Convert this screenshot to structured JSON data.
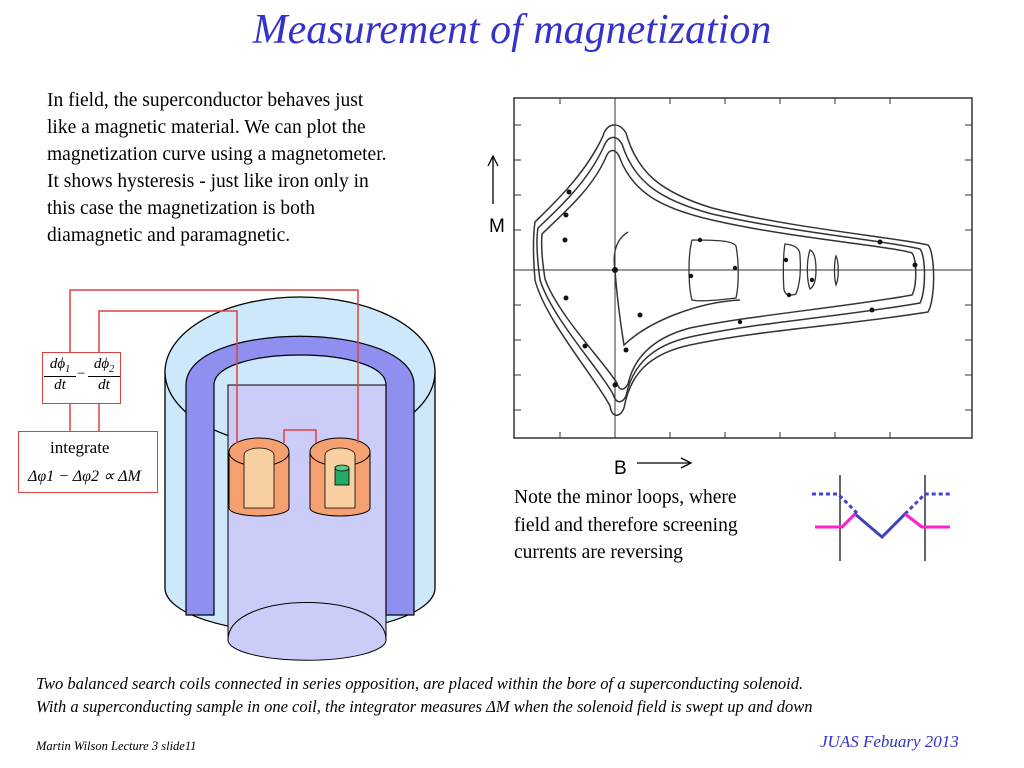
{
  "slide": {
    "title": "Measurement of magnetization",
    "intro_lines": [
      "In field, the superconductor behaves just",
      "like a magnetic material.   We can plot the",
      "magnetization curve using a magnetometer.",
      "It shows hysteresis - just like iron only in",
      "this case the magnetization is both",
      "diamagnetic and paramagnetic."
    ],
    "graph": {
      "y_label": "M",
      "x_label": "B"
    },
    "note_lines": [
      "Note the minor loops, where",
      "field and therefore screening",
      "currents are reversing"
    ],
    "diagram": {
      "frac1_num": "dϕ",
      "frac1_sub": "1",
      "frac_den": "dt",
      "frac2_num": "dϕ",
      "frac2_sub": "2",
      "minus": "−",
      "integrate_label": "integrate",
      "integrate_equation": "Δφ1 − Δφ2 ∝ ΔM"
    },
    "caption_lines": [
      "Two balanced search coils connected in series opposition, are placed within the bore of a superconducting solenoid.",
      "With a superconducting sample in one coil, the integrator measures ΔM when the solenoid field is swept up and down"
    ],
    "footer_left": "Martin Wilson Lecture 3 slide11",
    "footer_right": "JUAS Febuary 2013",
    "colors": {
      "title": "#3333cc",
      "wire": "#e04040",
      "solenoid_face": "#cce8fa",
      "magnet": "#8f8ff0",
      "coil": "#f4a070",
      "sample": "#22aa66",
      "dotted_line": "#4444cc",
      "pink_line": "#ff22cc"
    }
  }
}
